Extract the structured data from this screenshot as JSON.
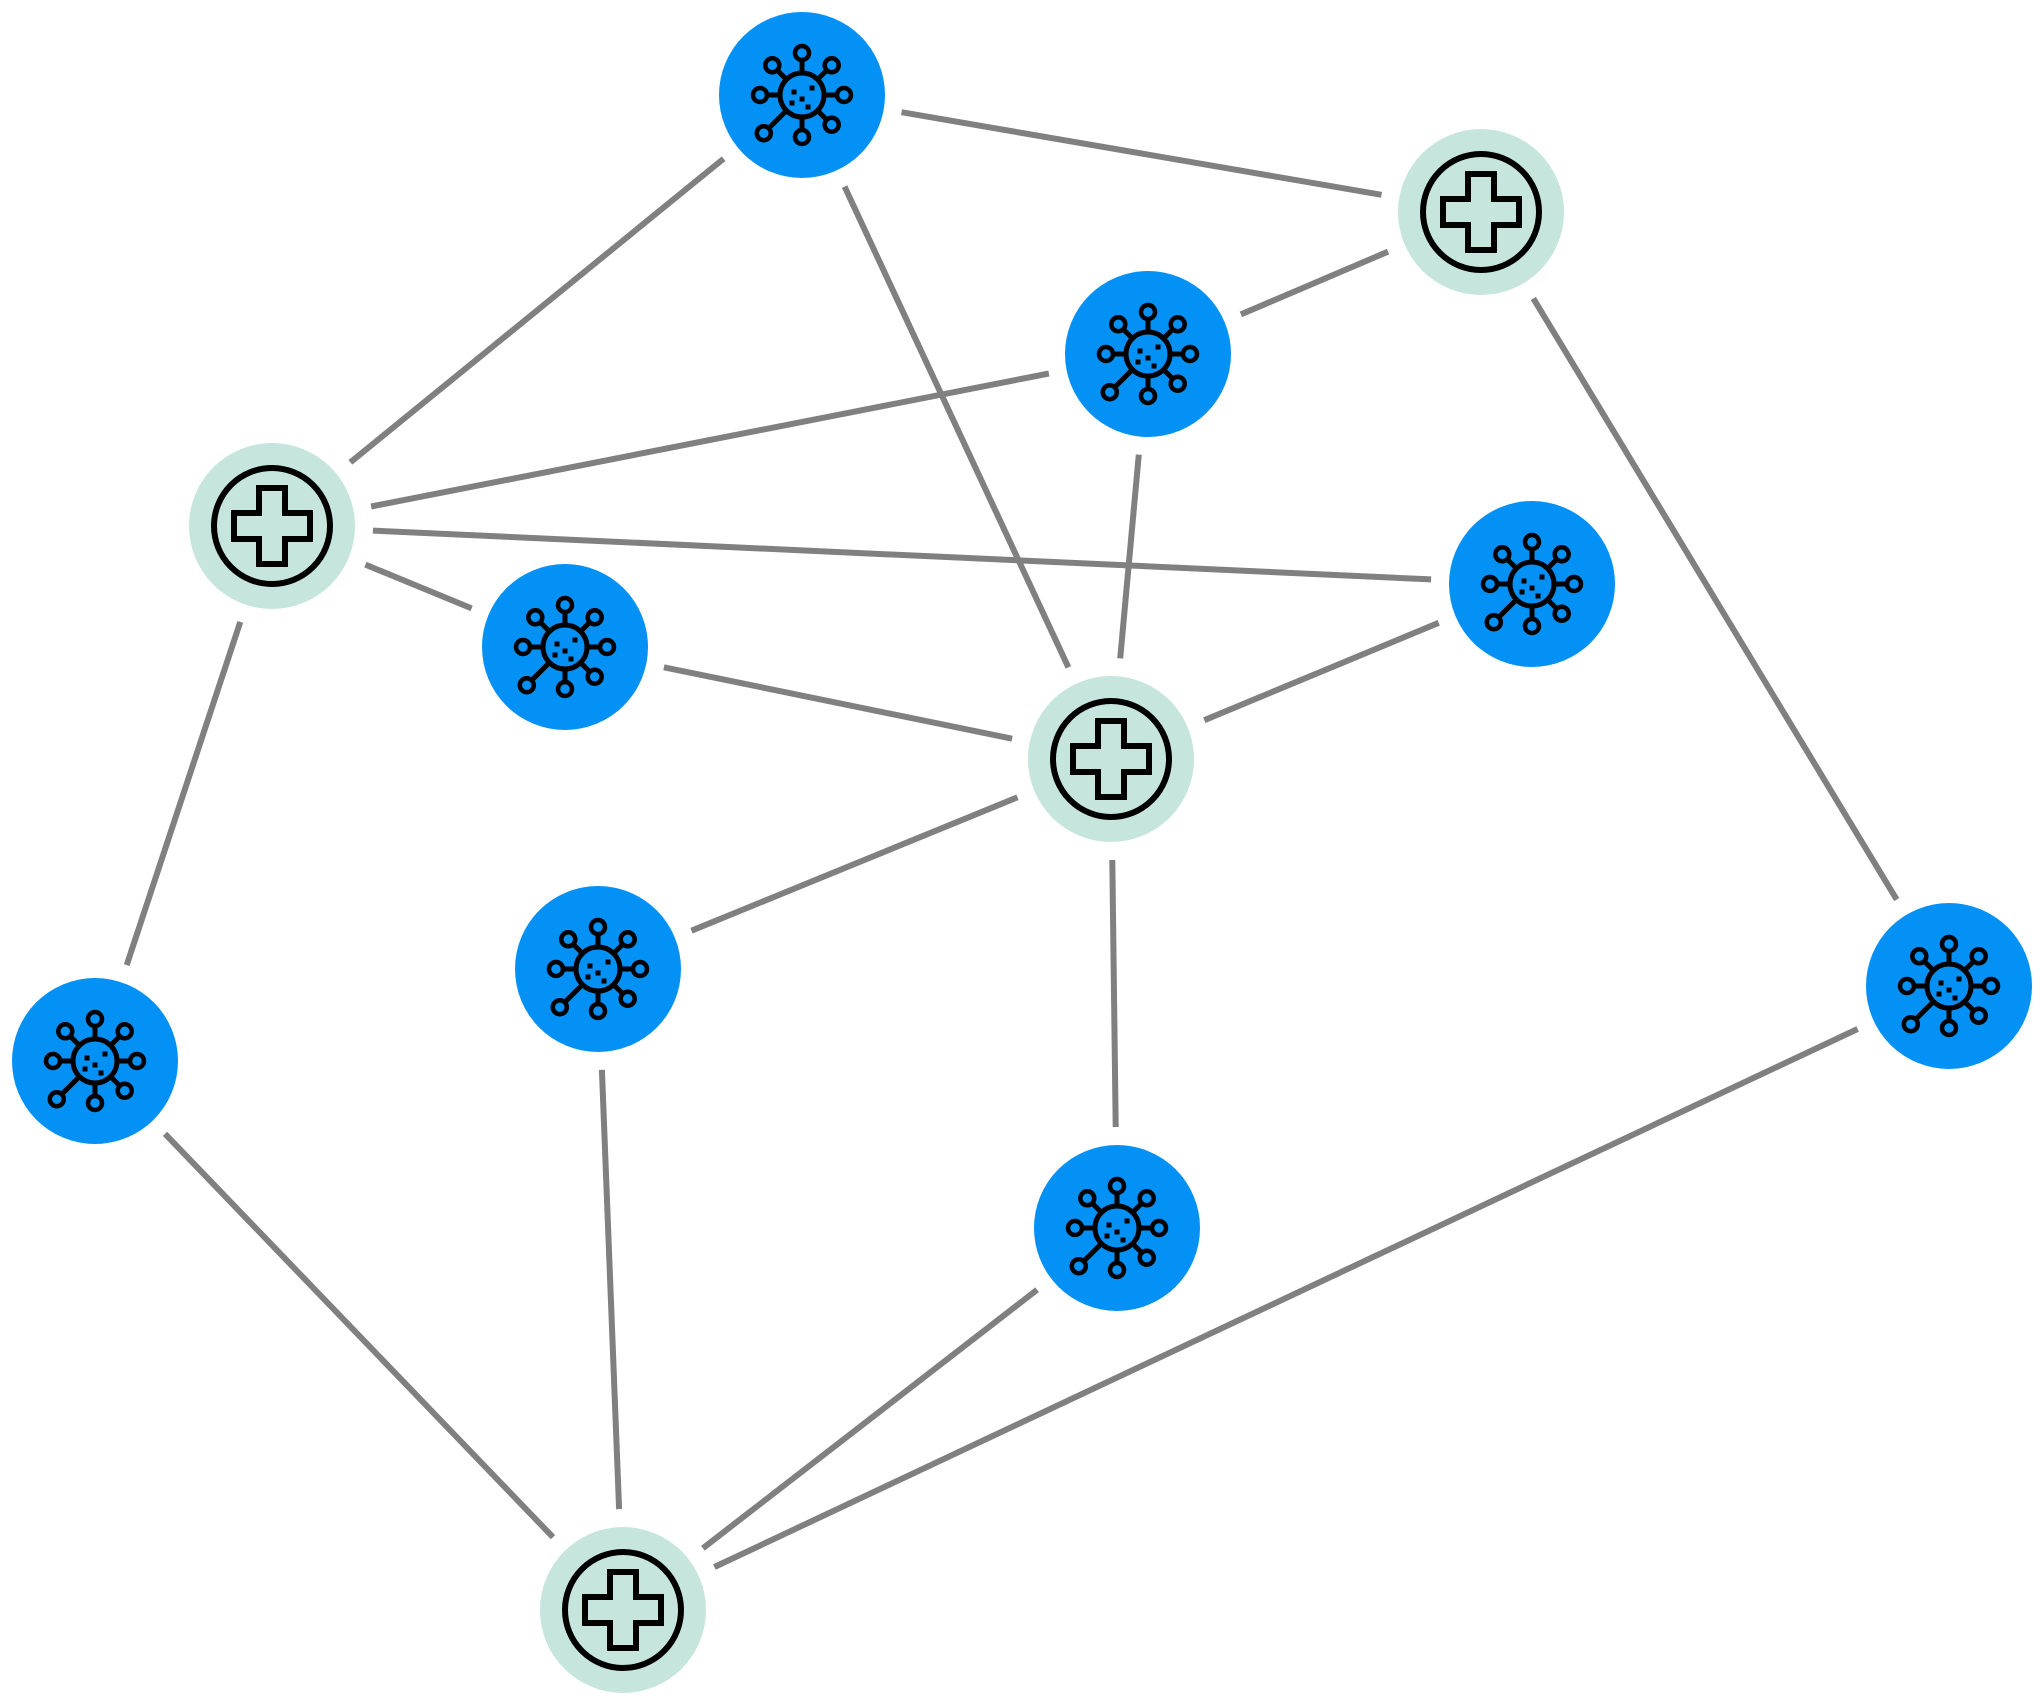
{
  "colors": {
    "edge": "#808080",
    "virus_fill": "#0391F5",
    "virus_stroke": "#000000",
    "hospital_fill": "#C6E5DC",
    "hospital_stroke": "#000000"
  },
  "icons": {
    "virus": "virus-icon",
    "hospital": "medical-cross-icon"
  },
  "nodes": [
    {
      "id": "v1",
      "kind": "virus"
    },
    {
      "id": "h1",
      "kind": "hospital"
    },
    {
      "id": "v2",
      "kind": "virus"
    },
    {
      "id": "h2",
      "kind": "hospital"
    },
    {
      "id": "v3",
      "kind": "virus"
    },
    {
      "id": "v4",
      "kind": "virus"
    },
    {
      "id": "h3",
      "kind": "hospital"
    },
    {
      "id": "v5",
      "kind": "virus"
    },
    {
      "id": "v6",
      "kind": "virus"
    },
    {
      "id": "v7",
      "kind": "virus"
    },
    {
      "id": "v8",
      "kind": "virus"
    },
    {
      "id": "h4",
      "kind": "hospital"
    }
  ],
  "edges": [
    [
      "v1",
      "h1"
    ],
    [
      "v1",
      "h2"
    ],
    [
      "v1",
      "h3"
    ],
    [
      "h1",
      "v2"
    ],
    [
      "v2",
      "h2"
    ],
    [
      "v2",
      "h3"
    ],
    [
      "h1",
      "v3"
    ],
    [
      "h1",
      "v5"
    ],
    [
      "v3",
      "h3"
    ],
    [
      "h1",
      "v4"
    ],
    [
      "v4",
      "h3"
    ],
    [
      "h2",
      "v8"
    ],
    [
      "h3",
      "v6"
    ],
    [
      "h3",
      "v7"
    ],
    [
      "v5",
      "h4"
    ],
    [
      "v6",
      "h4"
    ],
    [
      "v7",
      "h4"
    ],
    [
      "v8",
      "h4"
    ]
  ]
}
